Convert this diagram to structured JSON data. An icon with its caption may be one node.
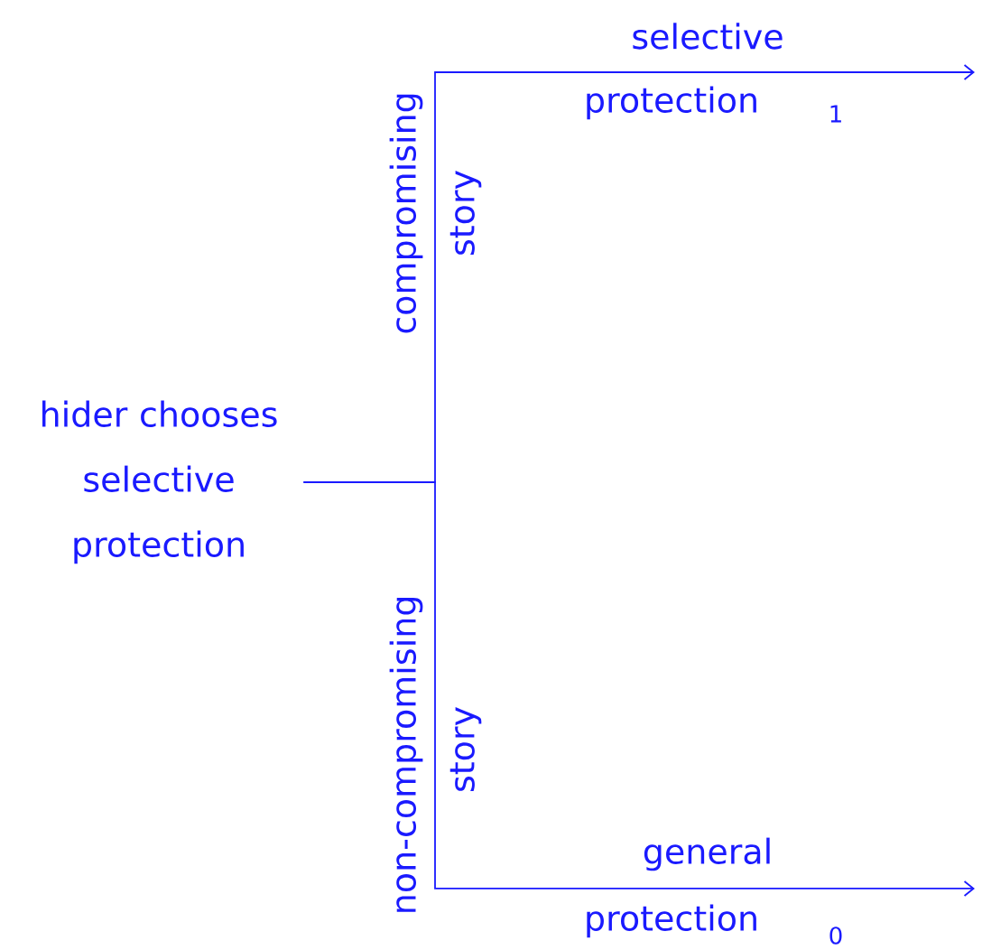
{
  "diagram": {
    "nodes": [
      {
        "text": [
          "hider chooses selective protection"
        ]
      },
      {
        "text": [
          "1"
        ]
      },
      {
        "text": [
          "0"
        ]
      }
    ],
    "edges": [
      {
        "from": 0,
        "to": 1,
        "arrow": "to"
      },
      {
        "from": 0,
        "to": 2,
        "arrow": "to"
      }
    ],
    "labels": [
      "selective",
      "protection",
      "compromising",
      "story",
      "non-compromising",
      "story",
      "general",
      "protection"
    ]
  }
}
